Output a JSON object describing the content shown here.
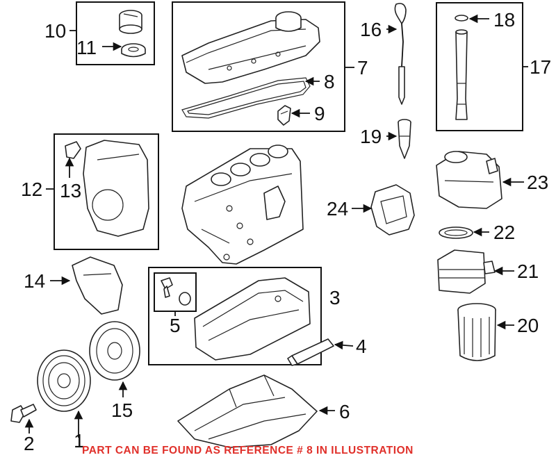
{
  "callouts": {
    "c1": "1",
    "c2": "2",
    "c3": "3",
    "c4": "4",
    "c5": "5",
    "c6": "6",
    "c7": "7",
    "c8": "8",
    "c9": "9",
    "c10": "10",
    "c11": "11",
    "c12": "12",
    "c13": "13",
    "c14": "14",
    "c15": "15",
    "c16": "16",
    "c17": "17",
    "c18": "18",
    "c19": "19",
    "c20": "20",
    "c21": "21",
    "c22": "22",
    "c23": "23",
    "c24": "24"
  },
  "note": "PART CAN BE FOUND AS REFERENCE # 8 IN ILLUSTRATION",
  "colors": {
    "note": "#e0302a",
    "ink": "#111111"
  }
}
